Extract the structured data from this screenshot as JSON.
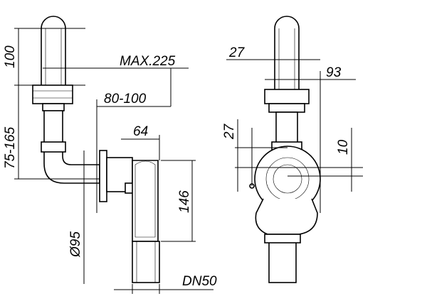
{
  "drawing": {
    "side_view": {
      "dimensions": {
        "riser_height": "100",
        "max_projection": "MAX.225",
        "wall_offset": "80-100",
        "flange_depth": "64",
        "height_range": "75-165",
        "body_height": "146",
        "flange_diameter": "Ø95",
        "outlet": "DN50"
      }
    },
    "front_view": {
      "dimensions": {
        "pipe_offset": "27",
        "width": "93",
        "vertical_offset": "27",
        "inlet_offset": "10"
      }
    }
  }
}
